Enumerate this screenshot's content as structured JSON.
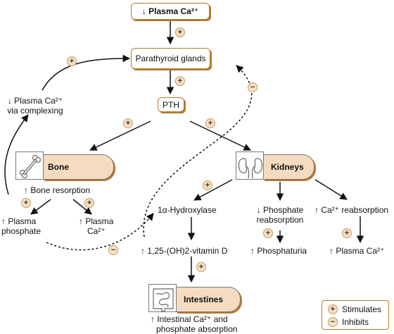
{
  "nodes": {
    "plasma_ca": "↓ Plasma Ca²⁺",
    "parathyroid": "Parathyroid glands",
    "pth": "PTH",
    "complexing_line1": "↓ Plasma Ca²⁺",
    "complexing_line2": "via complexing",
    "bone": "Bone",
    "bone_resorption": "↑ Bone resorption",
    "plasma_phosphate_line1": "↑ Plasma",
    "plasma_phosphate_line2": "phosphate",
    "bone_plasma_ca_line1": "↑ Plasma",
    "bone_plasma_ca_line2": "Ca²⁺",
    "kidneys": "Kidneys",
    "hydroxylase": "1α-Hydroxylase",
    "phosphate_reabsorption_line1": "↓ Phosphate",
    "phosphate_reabsorption_line2": "reabsorption",
    "ca_reabsorption": "↑ Ca²⁺ reabsorption",
    "vitamin_d": "↑ 1,25-(OH)2-vitamin D",
    "phosphaturia": "↑ Phosphaturia",
    "kidney_plasma_ca": "↑ Plasma Ca²⁺",
    "intestines": "Intestines",
    "intestinal_line1": "↑ Intestinal Ca²⁺ and",
    "intestinal_line2": "phosphate absorption"
  },
  "signs": {
    "plus": "+",
    "minus": "−"
  },
  "legend": {
    "stimulates": "Stimulates",
    "inhibits": "Inhibits"
  },
  "icons": {
    "bone": "bone-icon",
    "kidneys": "kidneys-icon",
    "intestines": "intestines-icon"
  },
  "colors": {
    "box_border": "#b57a2e",
    "organ_fill": "#f5dcc0",
    "badge_fill": "#f7dfc2"
  }
}
